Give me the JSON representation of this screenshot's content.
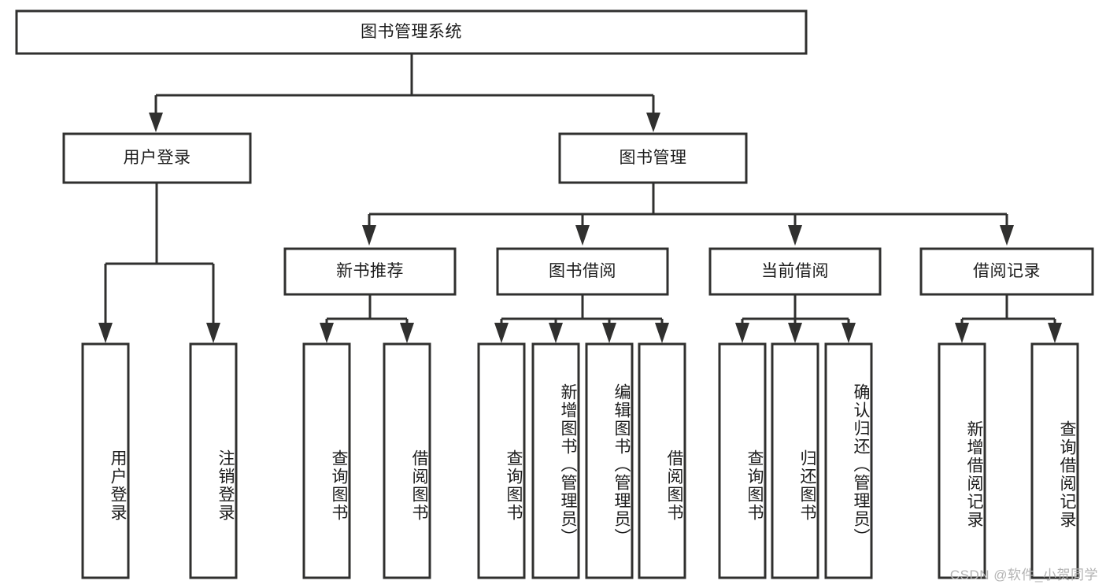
{
  "diagram": {
    "title": "图书管理系统",
    "type": "hierarchy-tree",
    "watermark": "CSDN @软件_小贺同学",
    "colors": {
      "stroke": "#30302f",
      "fill": "#ffffff",
      "text": "#1c1c1c",
      "watermark": "#b3b3b3",
      "background": "#ffffff"
    },
    "levels": {
      "root": {
        "label": "图书管理系统"
      },
      "level2": [
        {
          "label": "用户登录"
        },
        {
          "label": "图书管理"
        }
      ],
      "level3": [
        {
          "label": "新书推荐"
        },
        {
          "label": "图书借阅"
        },
        {
          "label": "当前借阅"
        },
        {
          "label": "借阅记录"
        }
      ],
      "leaves": {
        "user_login": [
          {
            "label": "用户登录"
          },
          {
            "label": "注销登录"
          }
        ],
        "new_book_recommend": [
          {
            "label": "查询图书"
          },
          {
            "label": "借阅图书"
          }
        ],
        "book_borrow": [
          {
            "label": "查询图书"
          },
          {
            "label": "新增图书（管理员）"
          },
          {
            "label": "编辑图书（管理员）"
          },
          {
            "label": "借阅图书"
          }
        ],
        "current_borrow": [
          {
            "label": "查询图书"
          },
          {
            "label": "归还图书"
          },
          {
            "label": "确认归还（管理员）"
          }
        ],
        "borrow_record": [
          {
            "label": "新增借阅记录"
          },
          {
            "label": "查询借阅记录"
          }
        ]
      }
    }
  }
}
